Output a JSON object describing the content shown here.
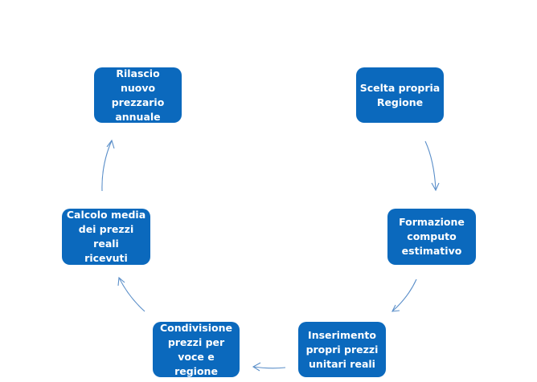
{
  "diagram": {
    "nodes": [
      {
        "id": "n1",
        "lines": [
          "Rilascio nuovo",
          "prezzario",
          "annuale"
        ]
      },
      {
        "id": "n2",
        "lines": [
          "Scelta propria",
          "Regione"
        ]
      },
      {
        "id": "n3",
        "lines": [
          "Formazione",
          "computo",
          "estimativo"
        ]
      },
      {
        "id": "n4",
        "lines": [
          "Inserimento",
          "propri prezzi",
          "unitari reali"
        ]
      },
      {
        "id": "n5",
        "lines": [
          "Condivisione",
          "prezzi per",
          "voce e regione"
        ]
      },
      {
        "id": "n6",
        "lines": [
          "Calcolo media",
          "dei prezzi reali",
          "ricevuti"
        ]
      }
    ],
    "colors": {
      "node_fill": "#0b69bd",
      "node_text": "#ffffff",
      "arrow": "#5b8fc9"
    }
  }
}
